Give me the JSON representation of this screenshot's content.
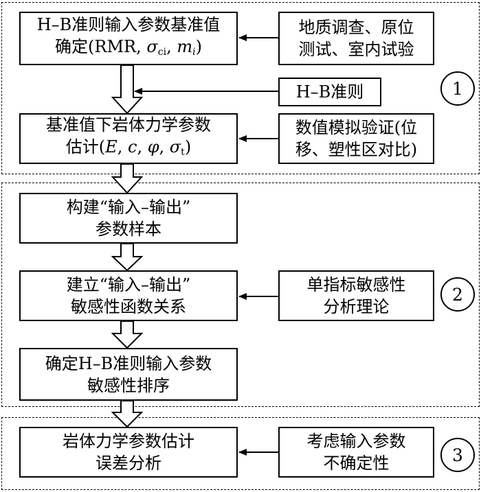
{
  "regions": [
    {
      "id": "1",
      "label": "1"
    },
    {
      "id": "2",
      "label": "2"
    },
    {
      "id": "3",
      "label": "3"
    }
  ],
  "boxes": {
    "baseline": {
      "line1": "H–B准则输入参数基准值",
      "line2_prefix": "确定(RMR, ",
      "sym_sigma": "σ",
      "sub_ci": "ci",
      "sep": ", ",
      "sym_m": "m",
      "sub_i": "i",
      "close": ")"
    },
    "survey": {
      "line1": "地质调查、原位",
      "line2": "测试、室内试验"
    },
    "hb_criterion": {
      "line1": "H–B准则"
    },
    "estimate": {
      "line1": "基准值下岩体力学参数",
      "line2_prefix": "估计(",
      "E": "E",
      "c": "c",
      "phi": "φ",
      "sigma": "σ",
      "sub_t": "t",
      "sep": ", ",
      "close": ")"
    },
    "validation": {
      "line1": "数值模拟验证(位",
      "line2": "移、塑性区对比)"
    },
    "samples": {
      "line1": "构建“输入–输出”",
      "line2": "参数样本"
    },
    "function": {
      "line1": "建立“输入–输出”",
      "line2": "敏感性函数关系"
    },
    "theory": {
      "line1": "单指标敏感性",
      "line2": "分析理论"
    },
    "ranking": {
      "line1": "确定H–B准则输入参数",
      "line2": "敏感性排序"
    },
    "error": {
      "line1": "岩体力学参数估计",
      "line2": "误差分析"
    },
    "uncertainty": {
      "line1": "考虑输入参数",
      "line2": "不确定性"
    }
  }
}
